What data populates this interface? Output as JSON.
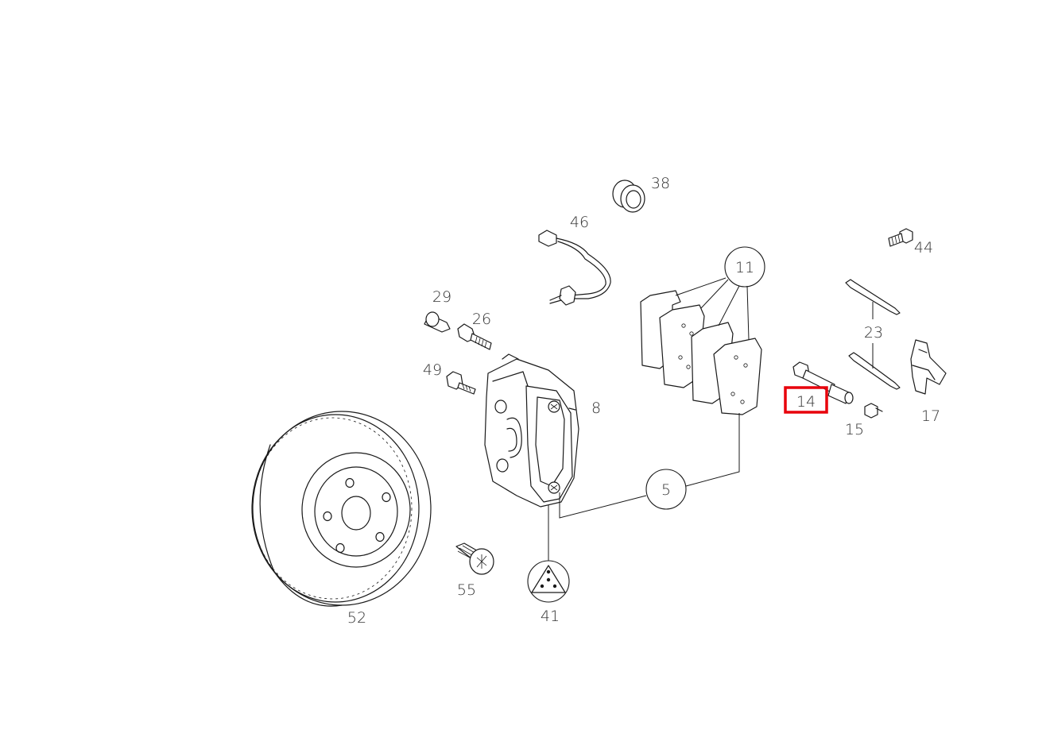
{
  "parts": [
    {
      "id": "part-38",
      "label": "38"
    },
    {
      "id": "part-46",
      "label": "46"
    },
    {
      "id": "part-11",
      "label": "11"
    },
    {
      "id": "part-44",
      "label": "44"
    },
    {
      "id": "part-29",
      "label": "29"
    },
    {
      "id": "part-26",
      "label": "26"
    },
    {
      "id": "part-23",
      "label": "23"
    },
    {
      "id": "part-49",
      "label": "49"
    },
    {
      "id": "part-8",
      "label": "8"
    },
    {
      "id": "part-14",
      "label": "14"
    },
    {
      "id": "part-15",
      "label": "15"
    },
    {
      "id": "part-17",
      "label": "17"
    },
    {
      "id": "part-5",
      "label": "5"
    },
    {
      "id": "part-55",
      "label": "55"
    },
    {
      "id": "part-41",
      "label": "41"
    },
    {
      "id": "part-52",
      "label": "52"
    }
  ],
  "highlight": {
    "label": "14",
    "color": "#e8000b"
  },
  "colors": {
    "line": "#1a1a1a",
    "text": "#333333",
    "background": "#ffffff"
  }
}
